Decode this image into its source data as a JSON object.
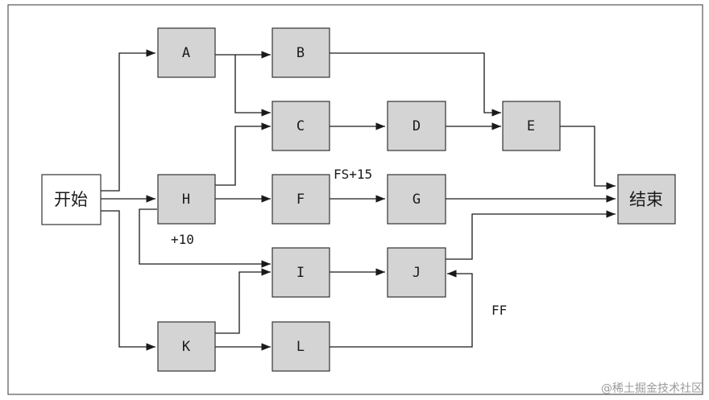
{
  "nodes": {
    "start": "开始",
    "a": "A",
    "b": "B",
    "c": "C",
    "d": "D",
    "e": "E",
    "f": "F",
    "g": "G",
    "h": "H",
    "i": "I",
    "j": "J",
    "k": "K",
    "l": "L",
    "end": "结束"
  },
  "annotations": {
    "h_lag": "+10",
    "f_to_g": "FS+15",
    "l_to_j": "FF"
  },
  "watermark": "@稀土掘金技术社区"
}
